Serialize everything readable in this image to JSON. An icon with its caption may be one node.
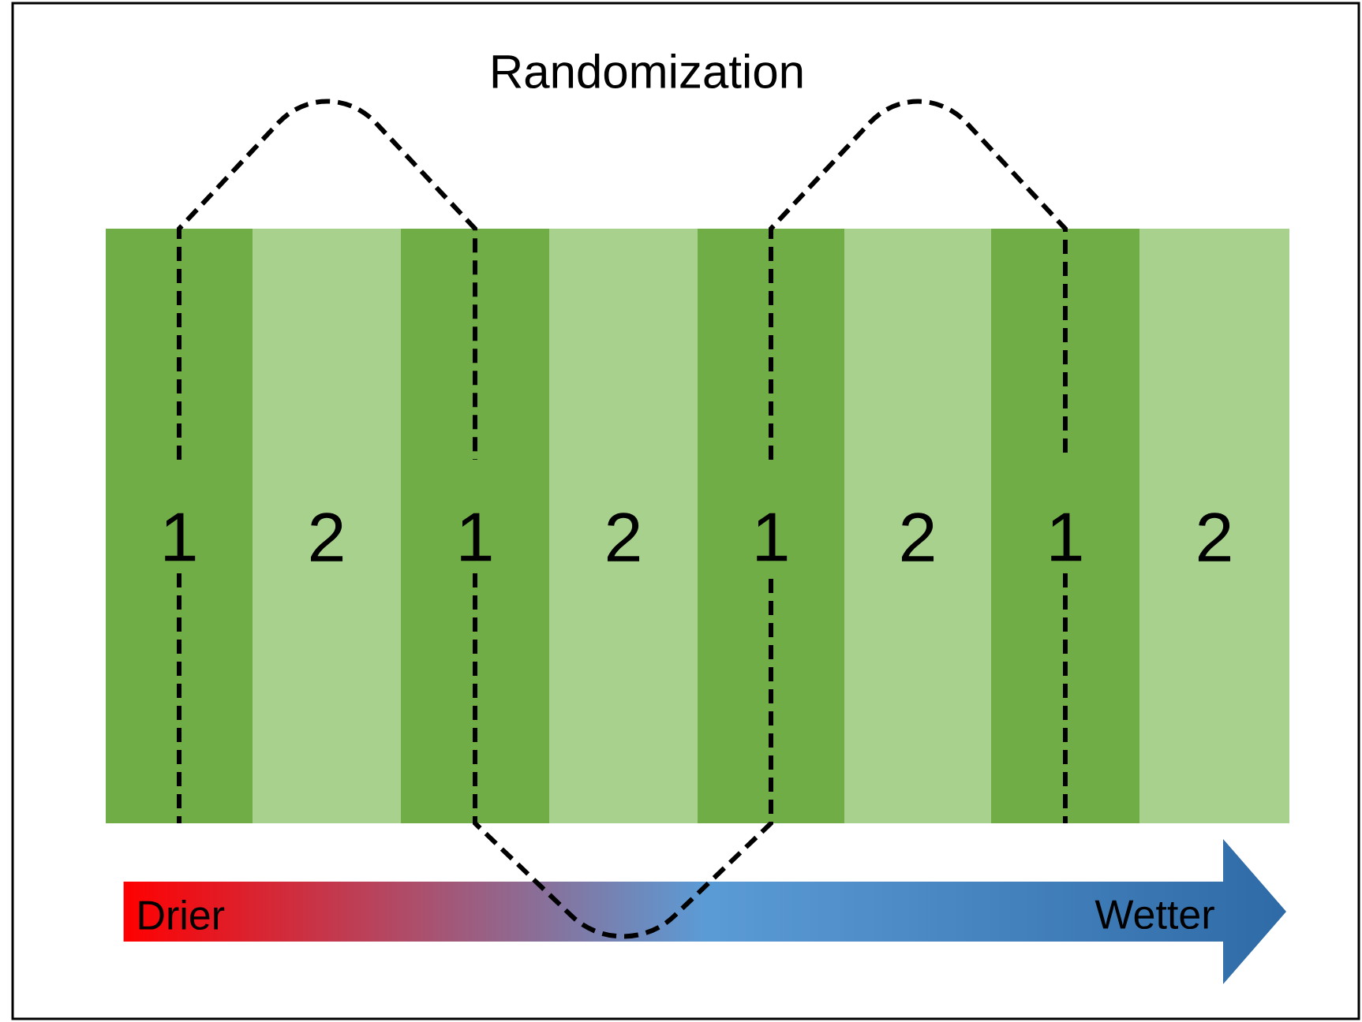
{
  "diagram": {
    "title": "Randomization",
    "nodes": [
      {
        "text": [
          "1"
        ]
      },
      {
        "text": [
          "2"
        ]
      },
      {
        "text": [
          "1"
        ]
      },
      {
        "text": [
          "2"
        ]
      },
      {
        "text": [
          "1"
        ]
      },
      {
        "text": [
          "2"
        ]
      },
      {
        "text": [
          "1"
        ]
      },
      {
        "text": [
          "2"
        ]
      }
    ],
    "edges": [
      {
        "from": 0,
        "to": 2,
        "arrow": "none",
        "style": "dashed"
      },
      {
        "from": 2,
        "to": 4,
        "arrow": "none",
        "style": "dashed"
      },
      {
        "from": 4,
        "to": 6,
        "arrow": "none",
        "style": "dashed"
      },
      {
        "from": 0,
        "to": null,
        "arrow": "none",
        "style": "dashed"
      },
      {
        "from": 6,
        "to": null,
        "arrow": "none",
        "style": "dashed"
      }
    ],
    "labels": [
      "Drier",
      "Wetter"
    ]
  }
}
